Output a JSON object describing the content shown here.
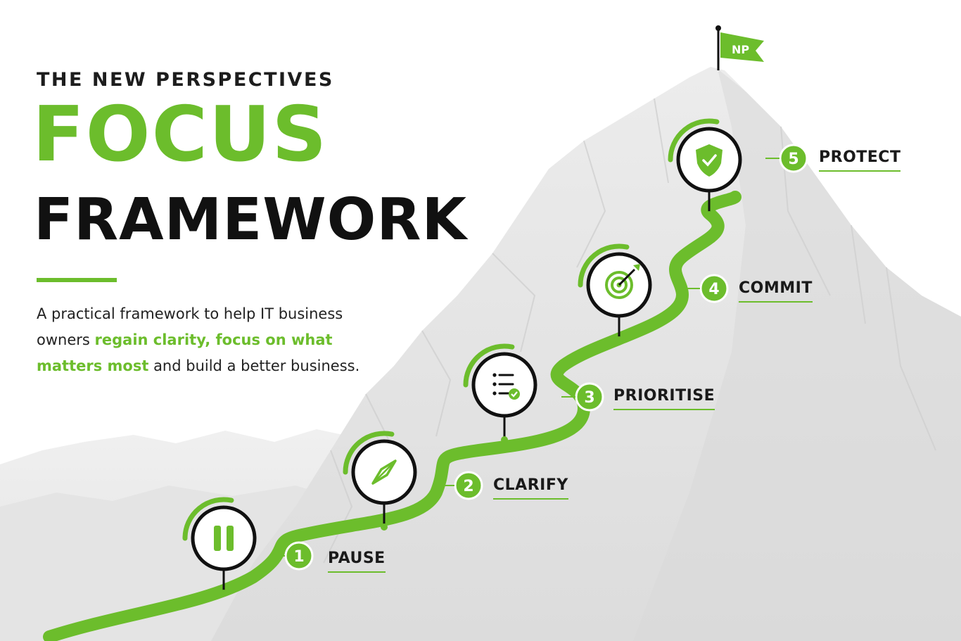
{
  "header": {
    "kicker": "THE NEW PERSPECTIVES",
    "title_line1": "FOCUS",
    "title_line2": "FRAMEWORK"
  },
  "description": {
    "part1": "A practical framework to help IT business owners ",
    "highlight": "regain clarity, focus on what matters most",
    "part2": " and build a better business."
  },
  "logo": {
    "flag_text": "NP"
  },
  "steps": [
    {
      "number": "1",
      "label": "PAUSE",
      "icon": "pause-icon"
    },
    {
      "number": "2",
      "label": "CLARIFY",
      "icon": "compass-icon"
    },
    {
      "number": "3",
      "label": "PRIORITISE",
      "icon": "checklist-icon"
    },
    {
      "number": "4",
      "label": "COMMIT",
      "icon": "target-icon"
    },
    {
      "number": "5",
      "label": "PROTECT",
      "icon": "shield-check-icon"
    }
  ],
  "colors": {
    "accent": "#6cbd2c",
    "dark": "#111111",
    "mountain": "#e9e9e9"
  }
}
